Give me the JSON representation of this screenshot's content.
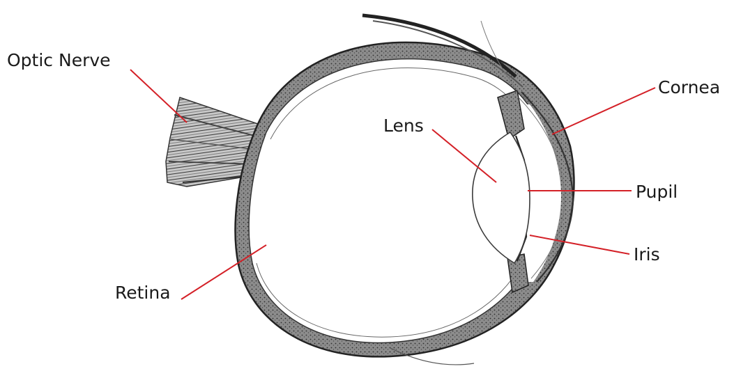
{
  "labels": {
    "optic_nerve": "Optic Nerve",
    "lens": "Lens",
    "cornea": "Cornea",
    "pupil": "Pupil",
    "iris": "Iris",
    "retina": "Retina"
  },
  "colors": {
    "leader_line": "#d42027",
    "tissue_dark": "#3a3a3a",
    "tissue_mid": "#7a7a7a",
    "background": "#ffffff"
  }
}
